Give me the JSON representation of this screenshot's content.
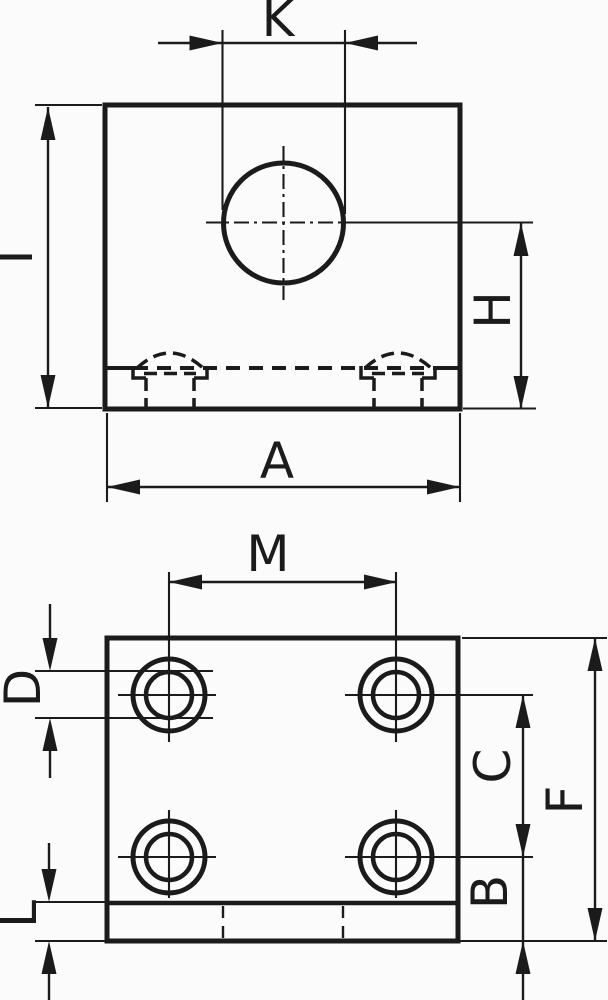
{
  "drawing": {
    "kind": "engineering-dimension-drawing",
    "part": "clamp block with centre bore and four mounting holes",
    "views": [
      {
        "name": "front-view",
        "dimension_labels": [
          "K",
          "I",
          "H",
          "A"
        ]
      },
      {
        "name": "bottom-view",
        "dimension_labels": [
          "M",
          "D",
          "C",
          "F",
          "B",
          "L"
        ]
      }
    ]
  },
  "labels": {
    "K": "K",
    "I": "I",
    "H": "H",
    "A": "A",
    "M": "M",
    "D": "D",
    "C": "C",
    "F": "F",
    "B": "B",
    "L": "L"
  },
  "colors": {
    "line": "#1b1b1b",
    "background": "#fbfbfb"
  }
}
